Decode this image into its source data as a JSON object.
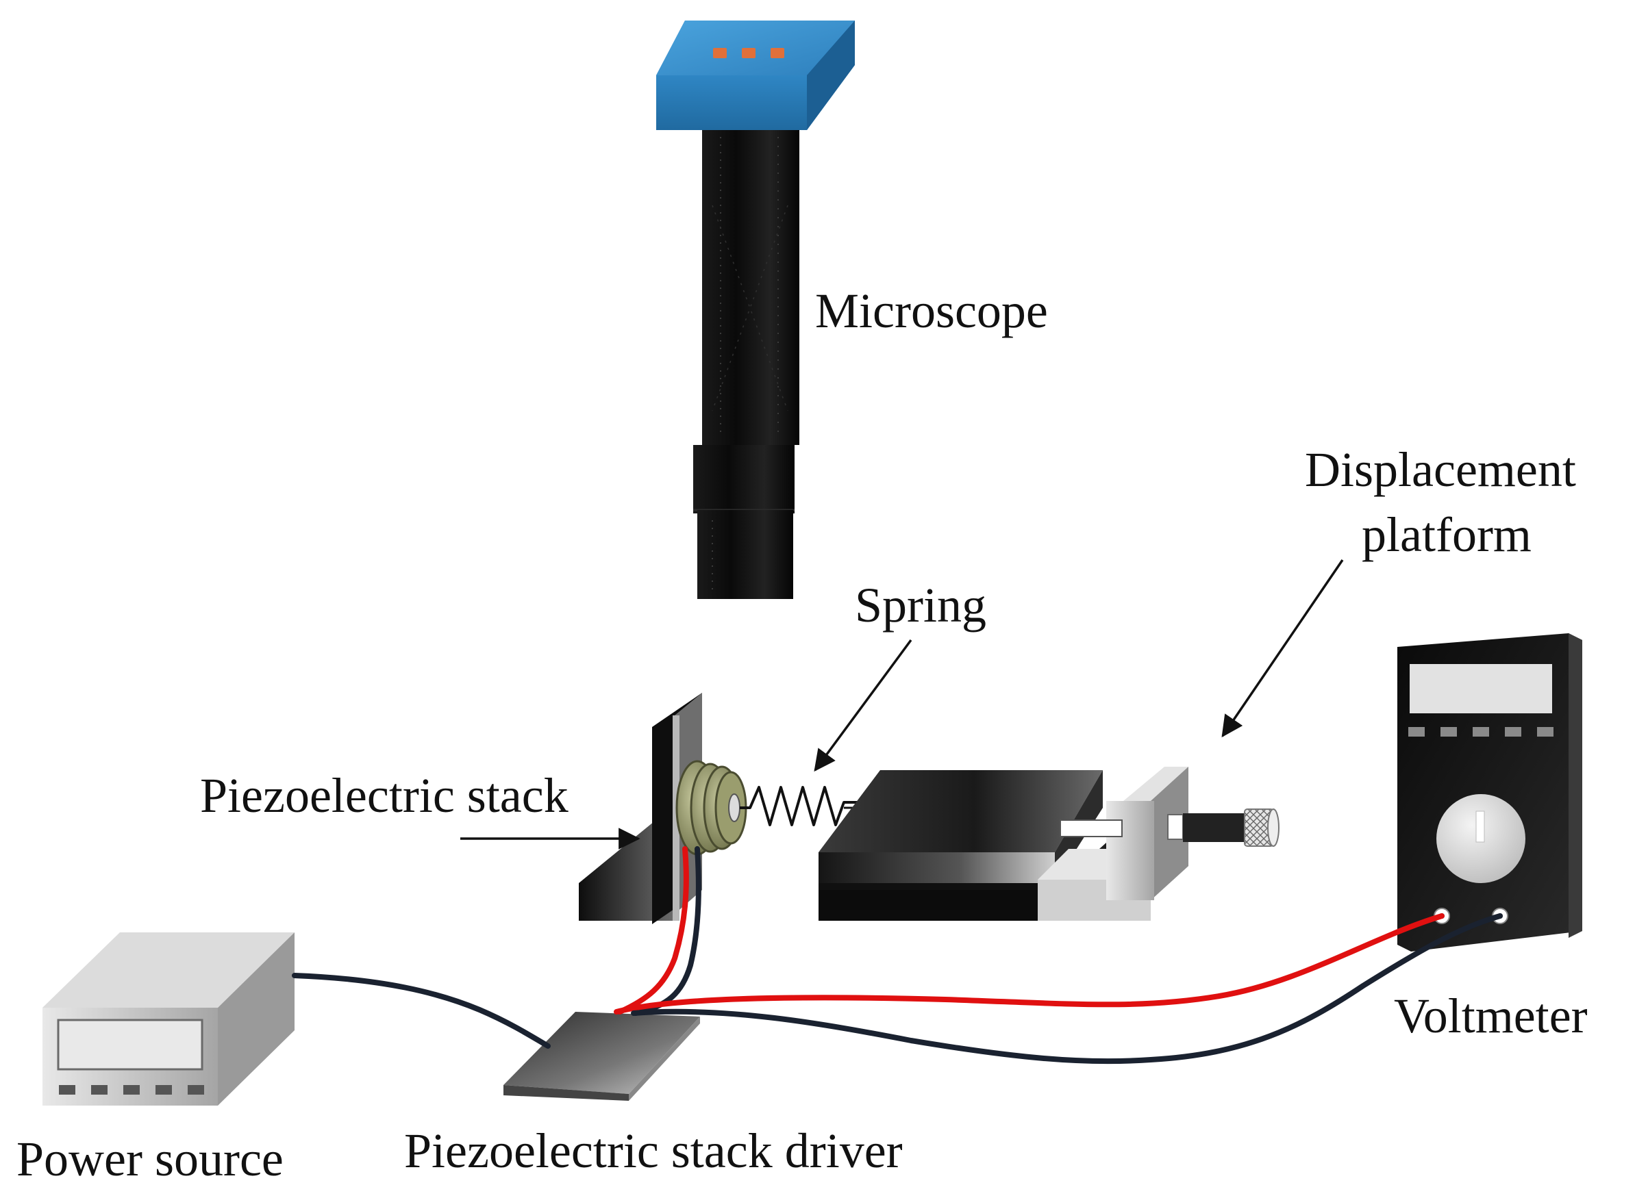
{
  "labels": {
    "microscope": "Microscope",
    "displacement_platform_line1": "Displacement",
    "displacement_platform_line2": "platform",
    "spring": "Spring",
    "piezoelectric_stack": "Piezoelectric stack",
    "voltmeter": "Voltmeter",
    "power_source": "Power source",
    "piezoelectric_stack_driver": "Piezoelectric stack driver"
  },
  "colors": {
    "microscope_head": "#2f86c4",
    "microscope_led": "#e0703a",
    "wire_red": "#e01010",
    "wire_black": "#1a2230",
    "coil": "#8f9466"
  }
}
